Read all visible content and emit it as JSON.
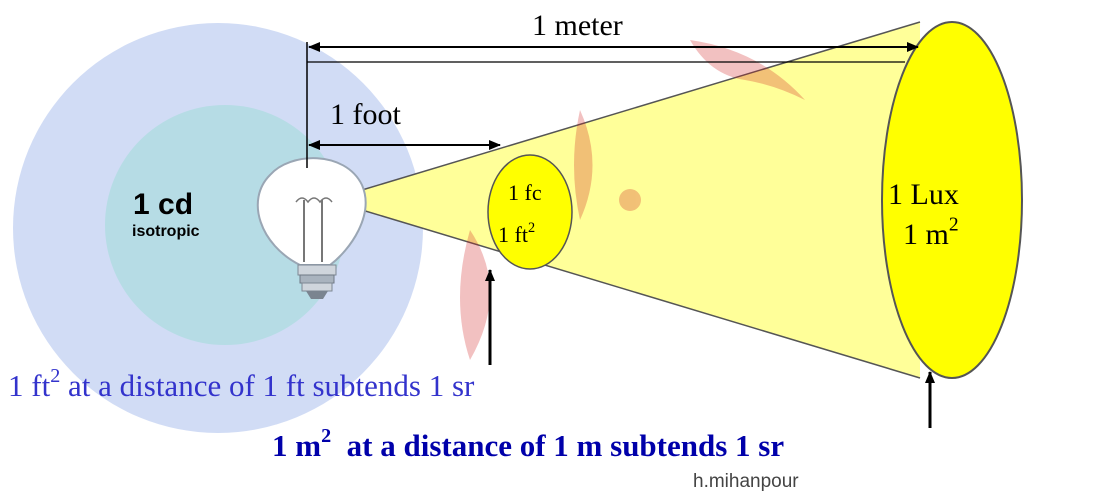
{
  "labels": {
    "meter": "1 meter",
    "foot": "1 foot",
    "candela": "1 cd",
    "isotropic": "isotropic",
    "fc": "1 fc",
    "ft_area_base": "1 ft",
    "lux": "1 Lux",
    "m_area_base": "1 m",
    "squared": "2",
    "ft_caption_a": "1 ft",
    "ft_caption_b": " at a distance of 1 ft subtends 1 sr",
    "m_caption_a": "1 m",
    "m_caption_b": "  at a distance of 1 m subtends 1 sr",
    "credit": "h.mihanpour"
  },
  "colors": {
    "cone": "#ffff99",
    "ellipse": "#ffff00",
    "halo_outer": "#c9d6f3",
    "halo_inner": "#b3dbe3",
    "ft_caption": "#3333cc",
    "m_caption": "#0000aa",
    "watermark": "#d02020"
  },
  "icons": [
    "light-bulb-icon",
    "double-arrow-icon",
    "up-arrow-icon"
  ]
}
